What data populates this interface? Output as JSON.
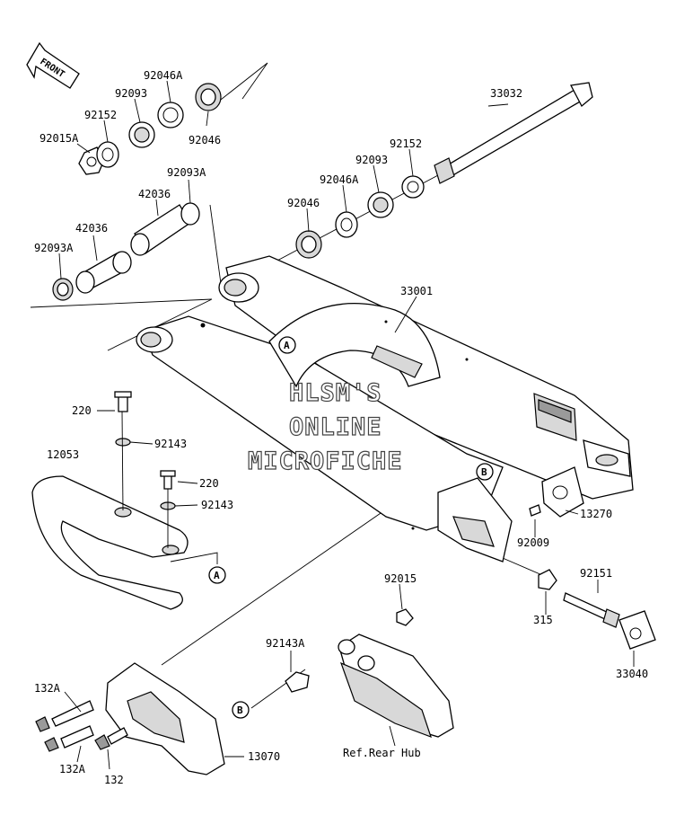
{
  "front_arrow": {
    "label": "FRONT"
  },
  "watermark": [
    "HLSM'S",
    "ONLINE",
    "MICROFICHE"
  ],
  "callouts": {
    "a": "A",
    "b": "B"
  },
  "part_labels": {
    "p33032": "33032",
    "p92046A_top": "92046A",
    "p92093_top": "92093",
    "p92152_top": "92152",
    "p92015A": "92015A",
    "p92046_top": "92046",
    "p92093A_top": "92093A",
    "p42036_top": "42036",
    "p42036_left": "42036",
    "p92093A_left": "92093A",
    "p92152_right": "92152",
    "p92093_right": "92093",
    "p92046A_right": "92046A",
    "p92046_right": "92046",
    "p33001": "33001",
    "p220_top": "220",
    "p92143_top": "92143",
    "p12053": "12053",
    "p220_mid": "220",
    "p92143_mid": "92143",
    "p13270": "13270",
    "p92009": "92009",
    "p92015": "92015",
    "p92151": "92151",
    "p315": "315",
    "p33040": "33040",
    "p92143A": "92143A",
    "p132A_top": "132A",
    "p132A_bot": "132A",
    "p132": "132",
    "p13070": "13070",
    "ref_rear_hub": "Ref.Rear Hub"
  }
}
